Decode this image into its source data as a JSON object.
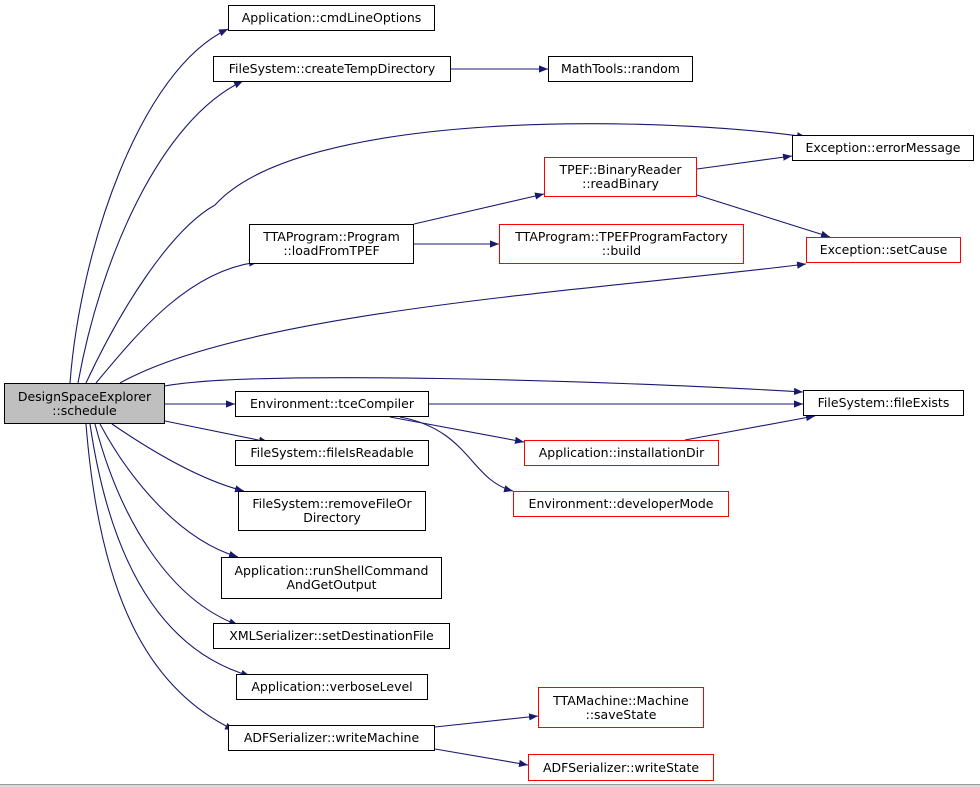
{
  "diagram": {
    "edge_color": "#191970",
    "red_border_color": "#ff0000",
    "root_fill": "#bfbfbf",
    "nodes": {
      "root": [
        "DesignSpaceExplorer",
        "::schedule"
      ],
      "cmdline": [
        "Application::cmdLineOptions"
      ],
      "createtemp": [
        "FileSystem::createTempDirectory"
      ],
      "random": [
        "MathTools::random"
      ],
      "errmsg": [
        "Exception::errorMessage"
      ],
      "readbinary": [
        "TPEF::BinaryReader",
        "::readBinary"
      ],
      "loadtpef": [
        "TTAProgram::Program",
        "::loadFromTPEF"
      ],
      "tpefbuild": [
        "TTAProgram::TPEFProgramFactory",
        "::build"
      ],
      "setcause": [
        "Exception::setCause"
      ],
      "fileexists": [
        "FileSystem::fileExists"
      ],
      "tcecompiler": [
        "Environment::tceCompiler"
      ],
      "installdir": [
        "Application::installationDir"
      ],
      "readable": [
        "FileSystem::fileIsReadable"
      ],
      "devmode": [
        "Environment::developerMode"
      ],
      "removefile": [
        "FileSystem::removeFileOr",
        "Directory"
      ],
      "shellcmd": [
        "Application::runShellCommand",
        "AndGetOutput"
      ],
      "xmldest": [
        "XMLSerializer::setDestinationFile"
      ],
      "verbose": [
        "Application::verboseLevel"
      ],
      "writemachine": [
        "ADFSerializer::writeMachine"
      ],
      "savestate": [
        "TTAMachine::Machine",
        "::saveState"
      ],
      "writestate": [
        "ADFSerializer::writeState"
      ]
    }
  }
}
